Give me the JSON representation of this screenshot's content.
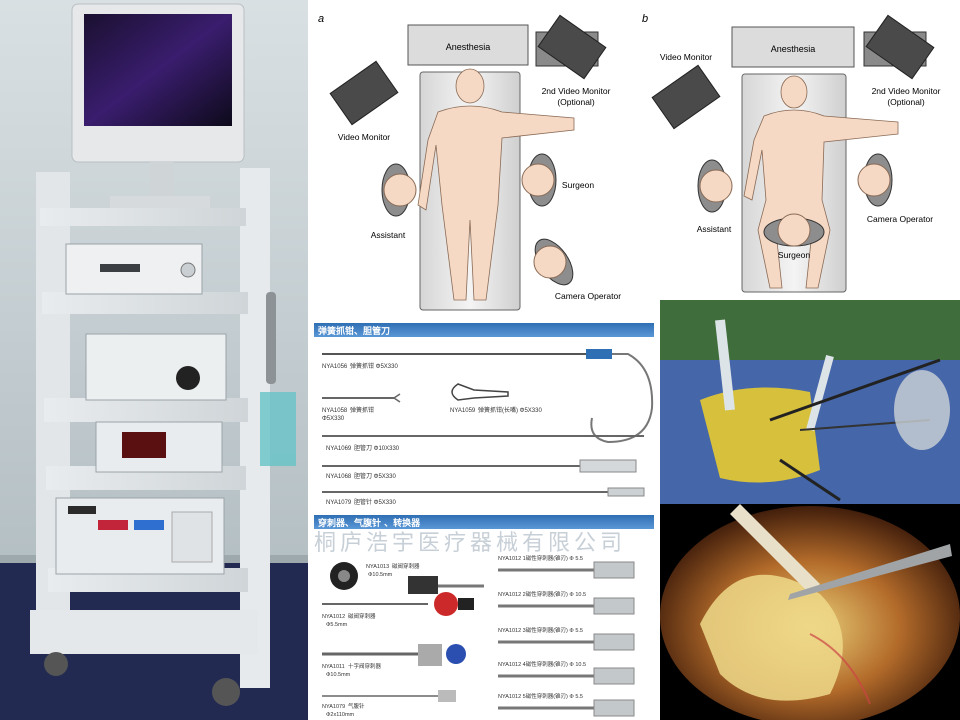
{
  "diagram": {
    "panel_a": {
      "letter": "a",
      "anesthesia": "Anesthesia",
      "video_monitor": "Video Monitor",
      "second_monitor_line1": "2nd Video Monitor",
      "second_monitor_line2": "(Optional)",
      "assistant": "Assistant",
      "surgeon": "Surgeon",
      "camera_operator": "Camera Operator"
    },
    "panel_b": {
      "letter": "b",
      "anesthesia": "Anesthesia",
      "video_monitor": "Video Monitor",
      "second_monitor_line1": "2nd Video Monitor",
      "second_monitor_line2": "(Optional)",
      "assistant": "Assistant",
      "surgeon": "Surgeon",
      "camera_operator": "Camera Operator"
    }
  },
  "catalog": {
    "section1_title": "弹簧抓钳、胆管刀",
    "section2_title": "穿刺器、气腹针 、转换器",
    "watermark": "桐庐浩宇医疗器械有限公司",
    "section1_items": [
      {
        "code": "NYA1056",
        "desc": "弹簧抓钳 Φ5X330"
      },
      {
        "code": "NYA1058",
        "desc": "弹簧抓钳"
      },
      {
        "code": "",
        "desc": "Φ5X330"
      },
      {
        "code": "NYA1059",
        "desc": "弹簧抓钳(长嘴) Φ5X330"
      },
      {
        "code": "NYA1069",
        "desc": "胆管刀 Φ10X330"
      },
      {
        "code": "NYA1068",
        "desc": "胆管刀 Φ5X330"
      },
      {
        "code": "NYA1079",
        "desc": "胆管针 Φ5X330"
      }
    ],
    "section2_left": [
      {
        "code": "NYA1013",
        "desc": "磁阀穿刺器",
        "size": "Φ10.5mm"
      },
      {
        "code": "NYA1012",
        "desc": "磁阀穿刺器",
        "size": "Φ5.5mm"
      },
      {
        "code": "NYA1011",
        "desc": "十字阀穿刺器",
        "size": "Φ10.5mm"
      },
      {
        "code": "NYA1079",
        "desc": "气腹针",
        "size": "Φ2x110mm"
      }
    ],
    "section2_right": [
      {
        "label": "NYA1012 1磁性穿刺器(锥刃) Φ 5.5"
      },
      {
        "label": "NYA1012 2磁性穿刺器(锥刃) Φ 10.5"
      },
      {
        "label": "NYA1012 3磁性穿刺器(锥刃) Φ 5.5"
      },
      {
        "label": "NYA1012 4磁性穿刺器(锥刃) Φ 10.5"
      },
      {
        "label": "NYA1012 5磁性穿刺器(锥刃) Φ 5.5"
      }
    ]
  }
}
